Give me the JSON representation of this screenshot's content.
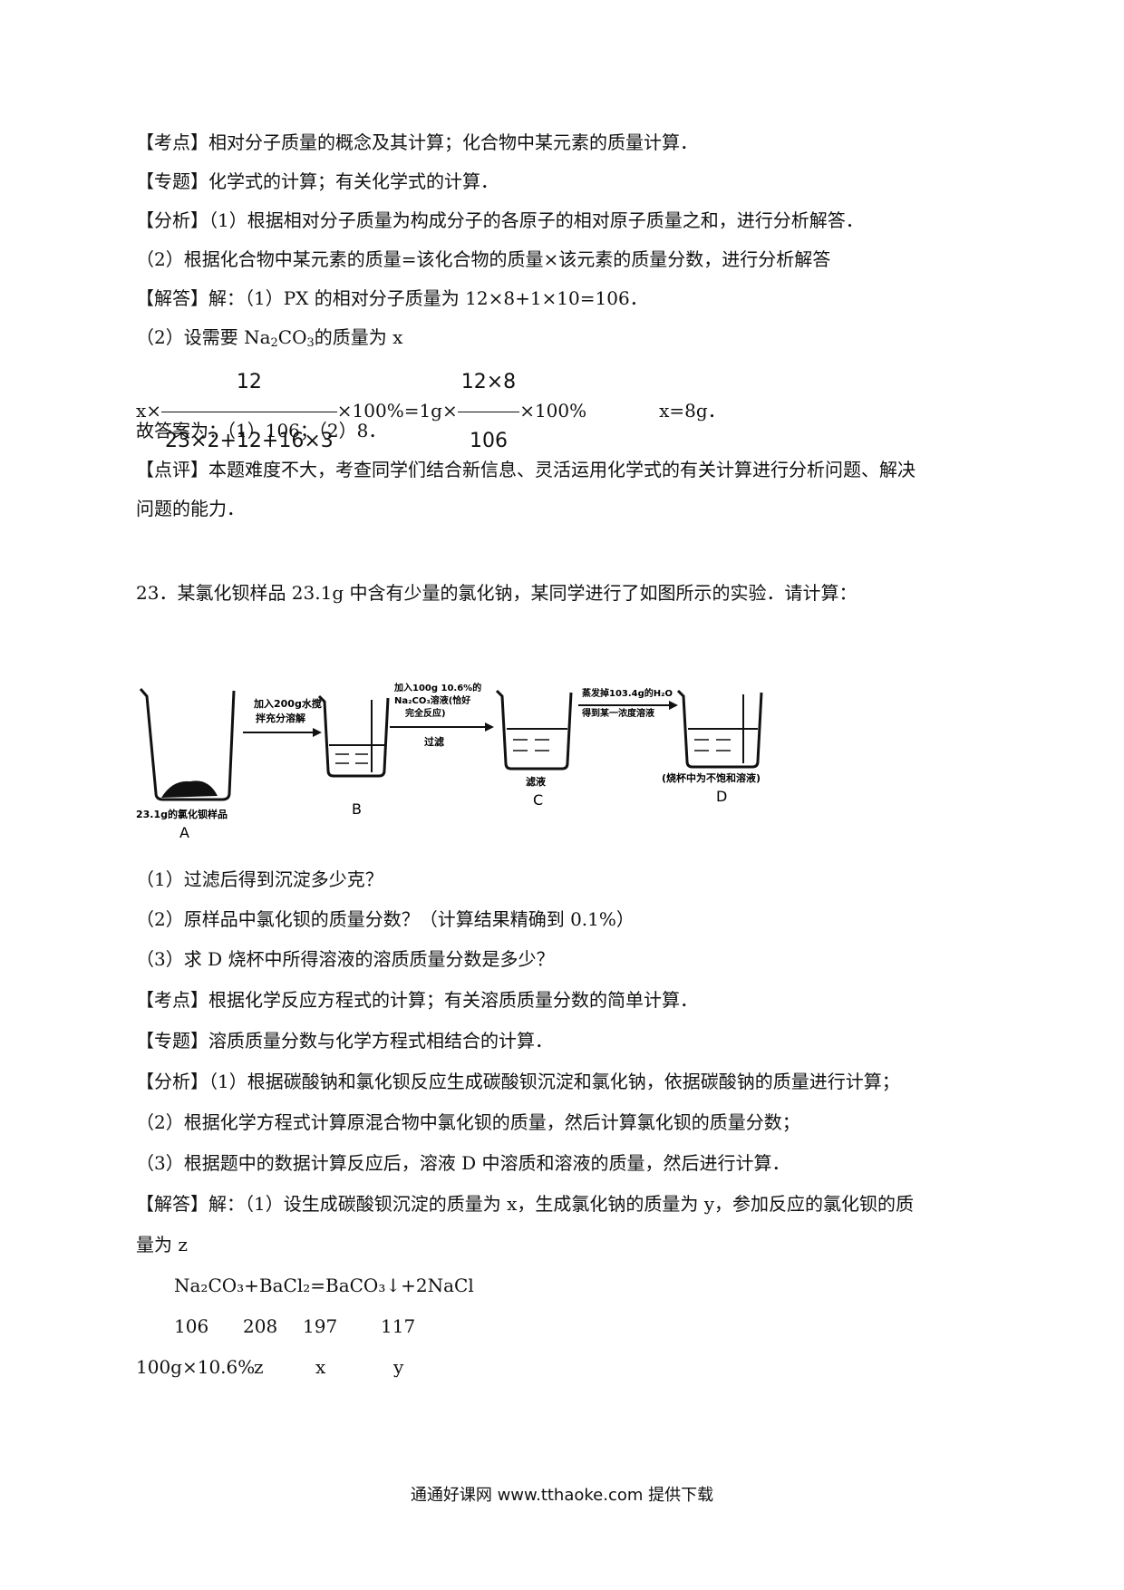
{
  "lines": {
    "l1": "【考点】相对分子质量的概念及其计算；化合物中某元素的质量计算．",
    "l2": "【专题】化学式的计算；有关化学式的计算．",
    "l3": "【分析】（1）根据相对分子质量为构成分子的各原子的相对原子质量之和，进行分析解答．",
    "l4": "（2）根据化合物中某元素的质量=该化合物的质量×该元素的质量分数，进行分析解答",
    "l5": "【解答】解：（1）PX 的相对分子质量为 12×8+1×10=106．",
    "l6a": "（2）设需要 Na",
    "l6b": "2",
    "l6c": "CO",
    "l6d": "3",
    "l6e": "的质量为 x",
    "eq_x": "x×",
    "eq_f1_num": "12",
    "eq_f1_den": "23×2+12+16×3",
    "eq_mid": "×100%=1g×",
    "eq_f2_num": "12×8",
    "eq_f2_den": "106",
    "eq_end": "×100%",
    "eq_res": "x=8g．",
    "l8": "故答案为：（1）106；（2）8．",
    "l9": "【点评】本题难度不大，考查同学们结合新信息、灵活运用化学式的有关计算进行分析问题、解决",
    "l10": "问题的能力．",
    "l11": "23．某氯化钡样品 23.1g 中含有少量的氯化钠，某同学进行了如图所示的实验．请计算：",
    "q1": "（1）过滤后得到沉淀多少克？",
    "q2": "（2）原样品中氯化钡的质量分数？（计算结果精确到 0.1%）",
    "q3": "（3）求 D 烧杯中所得溶液的溶质质量分数是多少？",
    "k1": "【考点】根据化学反应方程式的计算；有关溶质质量分数的简单计算．",
    "k2": "【专题】溶质质量分数与化学方程式相结合的计算．",
    "a1": "【分析】（1）根据碳酸钠和氯化钡反应生成碳酸钡沉淀和氯化钠，依据碳酸钠的质量进行计算；",
    "a2": "（2）根据化学方程式计算原混合物中氯化钡的质量，然后计算氯化钡的质量分数；",
    "a3": "（3）根据题中的数据计算反应后，溶液 D 中溶质和溶液的质量，然后进行计算．",
    "s1": "【解答】解：（1）设生成碳酸钡沉淀的质量为 x，生成氯化钠的质量为 y，参加反应的氯化钡的质",
    "s2": "量为 z",
    "r_eq": "Na₂CO₃+BaCl₂=BaCO₃↓+2NaCl",
    "r_m1": "106",
    "r_m2": "208",
    "r_m3": "197",
    "r_m4": "117",
    "r_v1": "100g×10.6%",
    "r_v2": "z",
    "r_v3": "x",
    "r_v4": "y"
  },
  "diagram": {
    "a_caption": "23.1g的氯化钡样品",
    "a_letter": "A",
    "arrow1_l1": "加入200g水搅",
    "arrow1_l2": "拌充分溶解",
    "b_letter": "B",
    "arrow2_l1": "加入100g 10.6%的",
    "arrow2_l2": "Na₂CO₃溶液(恰好",
    "arrow2_l3": "完全反应)",
    "arrow2_l4": "过滤",
    "c_caption": "滤液",
    "c_letter": "C",
    "arrow3_l1": "蒸发掉103.4g的H₂O",
    "arrow3_l2": "得到某一浓度溶液",
    "d_caption": "(烧杯中为不饱和溶液)",
    "d_letter": "D"
  },
  "footer": "通通好课网 www.tthaoke.com 提供下载"
}
